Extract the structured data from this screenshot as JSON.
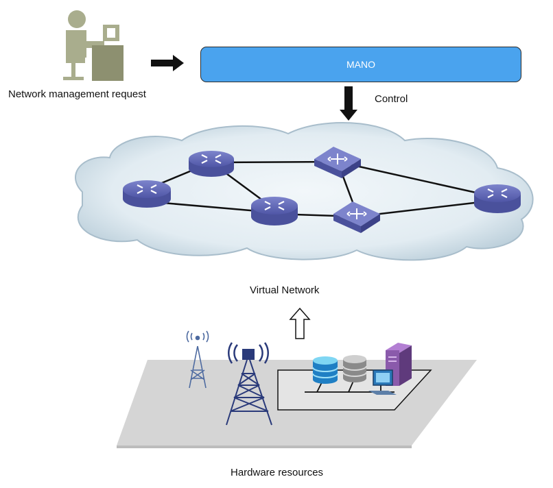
{
  "labels": {
    "request": "Network management request",
    "mano": "MANO",
    "control": "Control",
    "virtual_network": "Virtual Network",
    "hardware": "Hardware resources"
  },
  "colors": {
    "mano_fill": "#4aa3ee",
    "cloud_fill": "#d9e7ef",
    "router_fill": "#5d64b8",
    "platform_fill": "#d7d7d7",
    "person_fill": "#a9ad8d",
    "tower_fill": "#2a3a7a",
    "server_fill": "#7a4c9c"
  },
  "icons": {
    "person": "user-at-computer-icon",
    "router": "router-icon",
    "switch": "switch-icon",
    "tower": "radio-tower-icon",
    "database": "database-icon",
    "server": "server-icon",
    "pc": "pc-icon"
  }
}
